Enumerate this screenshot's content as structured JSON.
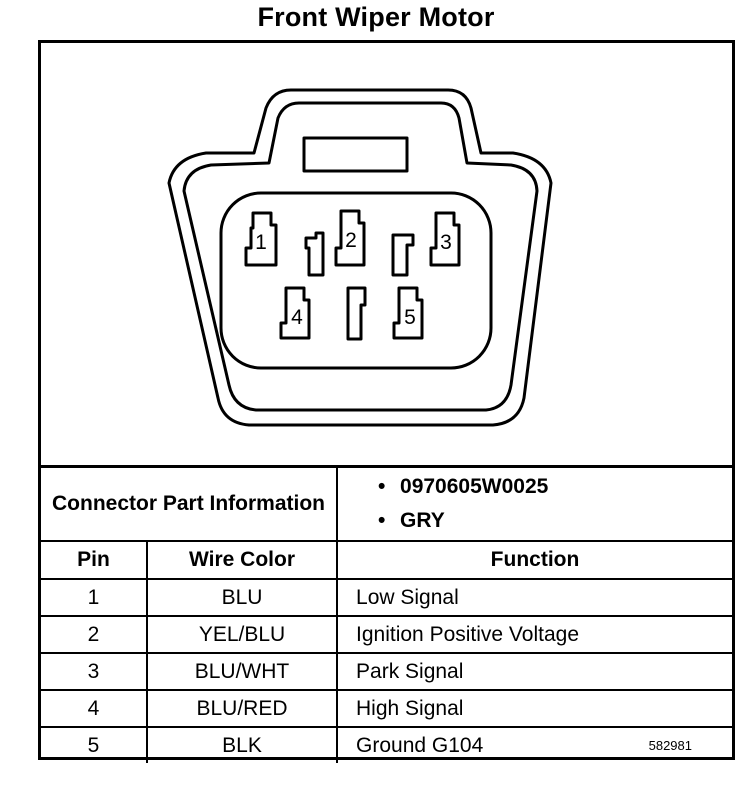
{
  "title": "Front Wiper Motor",
  "figure_number": "582981",
  "pins_drawn": [
    "1",
    "2",
    "3",
    "4",
    "5"
  ],
  "connector_info": {
    "label": "Connector Part Information",
    "values": [
      "0970605W0025",
      "GRY"
    ]
  },
  "table": {
    "headers": [
      "Pin",
      "Wire Color",
      "Function"
    ],
    "rows": [
      {
        "pin": "1",
        "color": "BLU",
        "function": "Low Signal"
      },
      {
        "pin": "2",
        "color": "YEL/BLU",
        "function": "Ignition Positive Voltage"
      },
      {
        "pin": "3",
        "color": "BLU/WHT",
        "function": "Park Signal"
      },
      {
        "pin": "4",
        "color": "BLU/RED",
        "function": "High Signal"
      },
      {
        "pin": "5",
        "color": "BLK",
        "function": "Ground G104"
      }
    ]
  }
}
